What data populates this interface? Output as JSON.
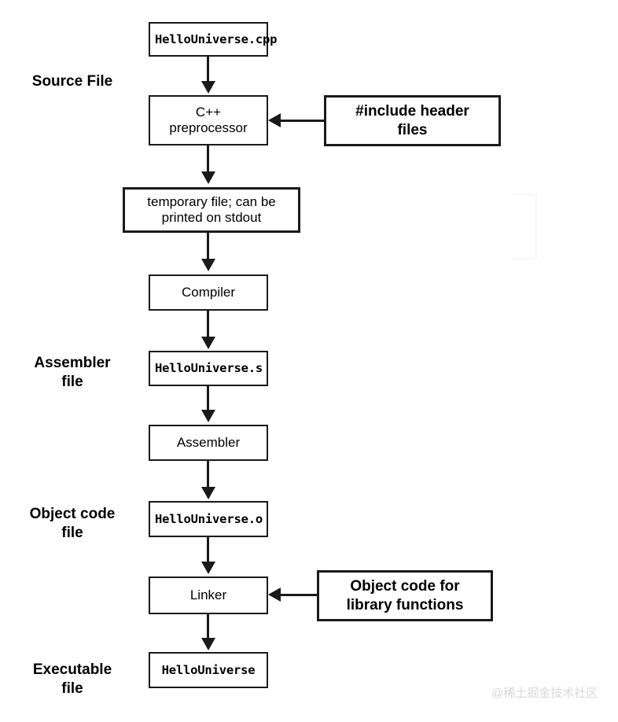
{
  "diagram": {
    "title": "C++ compilation pipeline",
    "accent_color": "#1a1a1a",
    "background_color": "#ffffff",
    "stage_labels": [
      {
        "id": "source-file",
        "line1": "Source File",
        "line2": ""
      },
      {
        "id": "assembler-file",
        "line1": "Assembler",
        "line2": "file"
      },
      {
        "id": "object-code",
        "line1": "Object code",
        "line2": "file"
      },
      {
        "id": "executable",
        "line1": "Executable",
        "line2": "file"
      }
    ],
    "nodes": [
      {
        "id": "source",
        "text": "HelloUniverse.cpp",
        "kind": "file"
      },
      {
        "id": "preprocessor",
        "text": "C++\npreprocessor",
        "kind": "process"
      },
      {
        "id": "include",
        "text": "#include header\nfiles",
        "kind": "annotation"
      },
      {
        "id": "temp-file",
        "text": "temporary file; can be\nprinted on stdout",
        "kind": "process"
      },
      {
        "id": "compiler",
        "text": "Compiler",
        "kind": "process"
      },
      {
        "id": "asm-file",
        "text": "HelloUniverse.s",
        "kind": "file"
      },
      {
        "id": "assembler",
        "text": "Assembler",
        "kind": "process"
      },
      {
        "id": "obj-file",
        "text": "HelloUniverse.o",
        "kind": "file"
      },
      {
        "id": "linker",
        "text": "Linker",
        "kind": "process"
      },
      {
        "id": "library",
        "text": "Object code for\nlibrary functions",
        "kind": "annotation"
      },
      {
        "id": "executable",
        "text": "HelloUniverse",
        "kind": "file"
      }
    ],
    "edges": [
      {
        "from": "source",
        "to": "preprocessor",
        "direction": "down"
      },
      {
        "from": "include",
        "to": "preprocessor",
        "direction": "left"
      },
      {
        "from": "preprocessor",
        "to": "temp-file",
        "direction": "down"
      },
      {
        "from": "temp-file",
        "to": "compiler",
        "direction": "down"
      },
      {
        "from": "compiler",
        "to": "asm-file",
        "direction": "down"
      },
      {
        "from": "asm-file",
        "to": "assembler",
        "direction": "down"
      },
      {
        "from": "assembler",
        "to": "obj-file",
        "direction": "down"
      },
      {
        "from": "obj-file",
        "to": "linker",
        "direction": "down"
      },
      {
        "from": "library",
        "to": "linker",
        "direction": "left"
      },
      {
        "from": "linker",
        "to": "executable",
        "direction": "down"
      }
    ]
  },
  "watermark": {
    "text": "@稀土掘金技术社区"
  }
}
